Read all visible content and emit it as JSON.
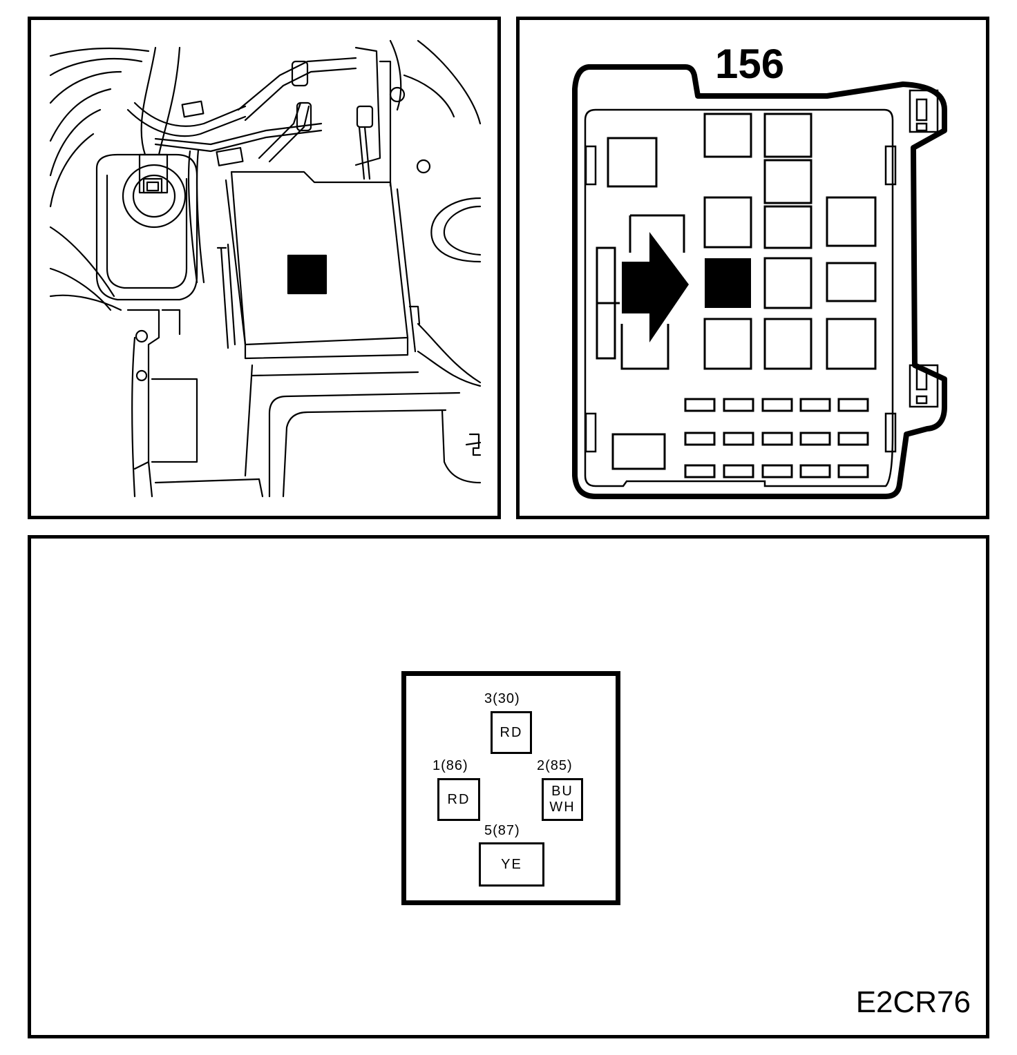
{
  "relay_box": {
    "number": "156"
  },
  "connector": {
    "pins": [
      {
        "id": "pin-3",
        "label": "3(30)",
        "wire": [
          "RD"
        ]
      },
      {
        "id": "pin-1",
        "label": "1(86)",
        "wire": [
          "RD"
        ]
      },
      {
        "id": "pin-2",
        "label": "2(85)",
        "wire": [
          "BU",
          "WH"
        ]
      },
      {
        "id": "pin-5",
        "label": "5(87)",
        "wire": [
          "YE"
        ]
      }
    ]
  },
  "figure": {
    "id": "E2CR76"
  }
}
